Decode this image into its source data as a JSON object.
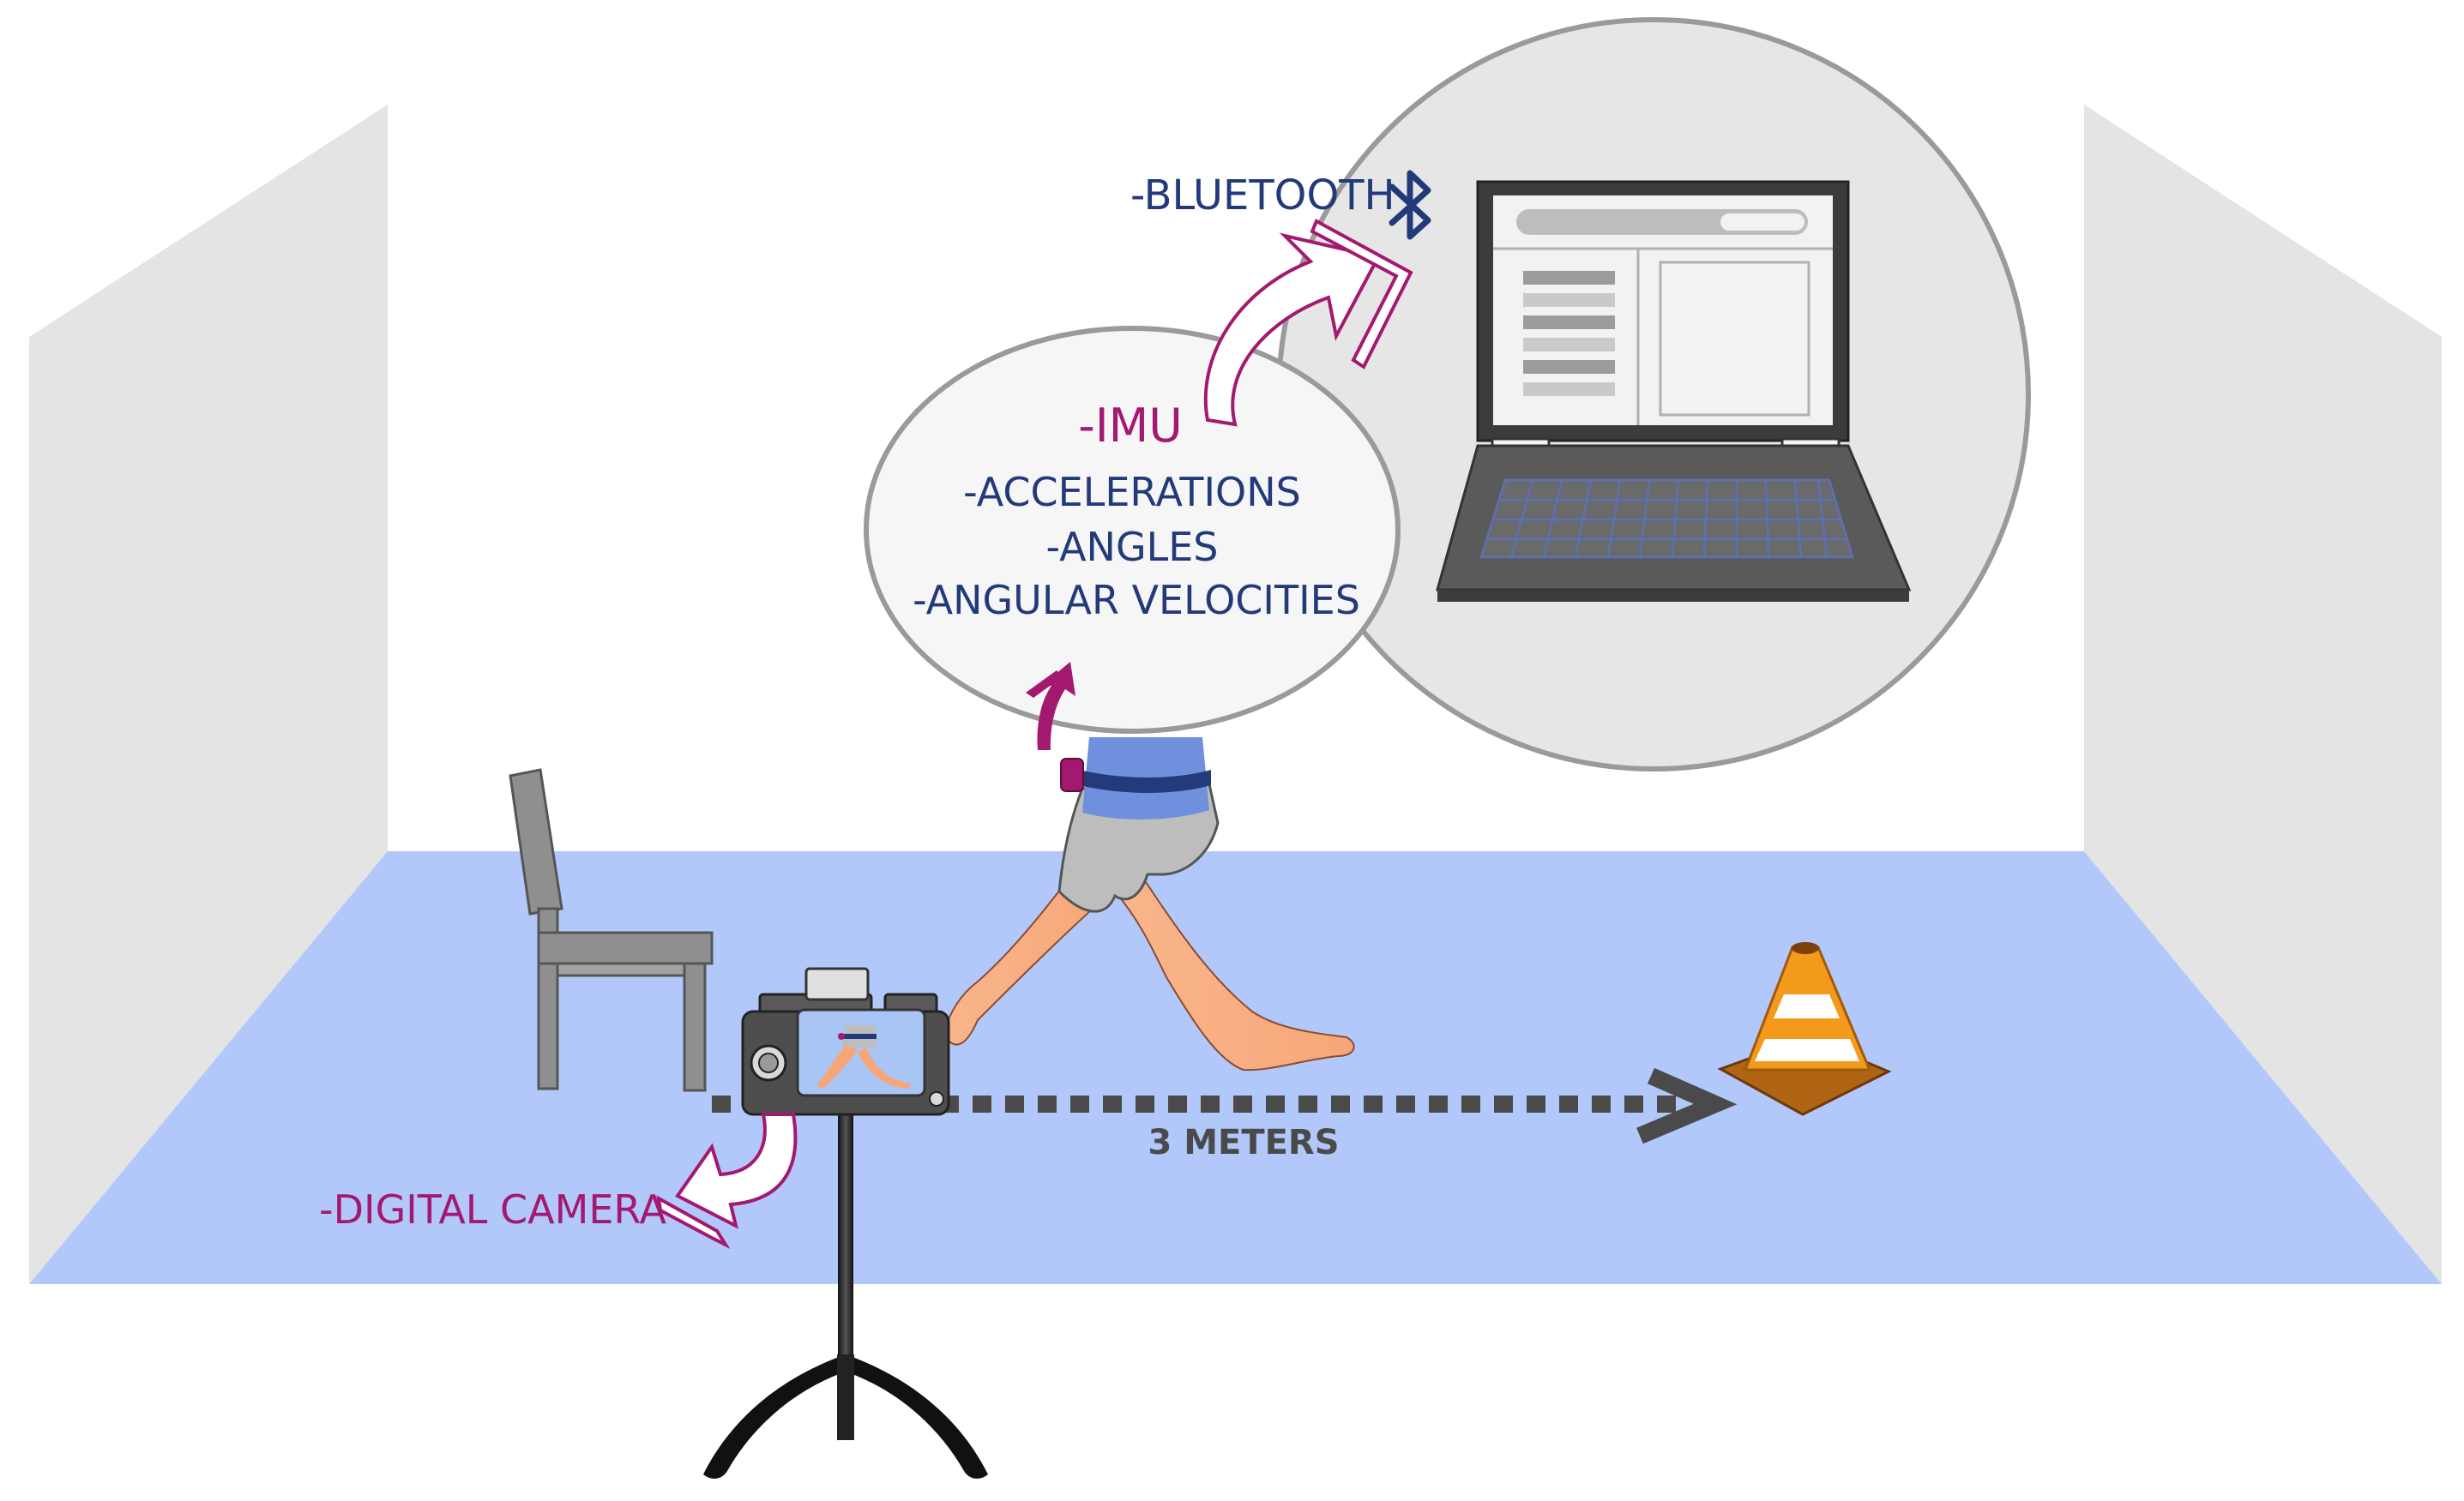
{
  "labels": {
    "bluetooth": "-BLUETOOTH",
    "imu": "-IMU",
    "accelerations": "-ACCELERATIONS",
    "angles": "-ANGLES",
    "angular_velocities": "-ANGULAR VELOCITIES",
    "distance": "3 METERS",
    "digital_camera": "-DIGITAL CAMERA"
  },
  "colors": {
    "magenta": "#a3196f",
    "navy": "#233a7a",
    "floor": "#b2c8fb",
    "wall": "#e4e4e4",
    "dark_gray": "#4a4a4a",
    "cone_orange": "#f39a1c"
  }
}
